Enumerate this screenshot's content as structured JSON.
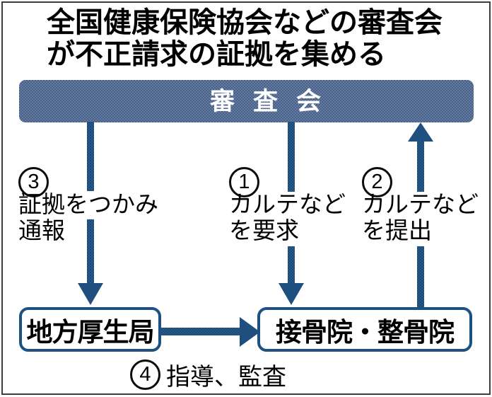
{
  "title": {
    "line1": "全国健康保険協会などの審査会",
    "line2": "が不正請求の証拠を集める"
  },
  "review_board": {
    "label": "審査会"
  },
  "nodes": {
    "regional_bureau": {
      "label": "地方厚生局"
    },
    "clinics": {
      "label": "接骨院・整骨院"
    }
  },
  "flows": {
    "step1": {
      "number": "1",
      "line1": "カルテなど",
      "line2": "を要求",
      "direction": "down",
      "from": "審査会",
      "to": "接骨院・整骨院"
    },
    "step2": {
      "number": "2",
      "line1": "カルテなど",
      "line2": "を提出",
      "direction": "up",
      "from": "接骨院・整骨院",
      "to": "審査会"
    },
    "step3": {
      "number": "3",
      "line1": "証拠をつかみ",
      "line2": "通報",
      "direction": "down",
      "from": "審査会",
      "to": "地方厚生局"
    },
    "step4": {
      "number": "4",
      "label": "指導、監査",
      "direction": "right",
      "from": "地方厚生局",
      "to": "接骨院・整骨院"
    }
  },
  "colors": {
    "bar_fill": "#546989",
    "arrow": "#1e4f7e",
    "text": "#000000",
    "frame_border": "#3d3d3d"
  }
}
